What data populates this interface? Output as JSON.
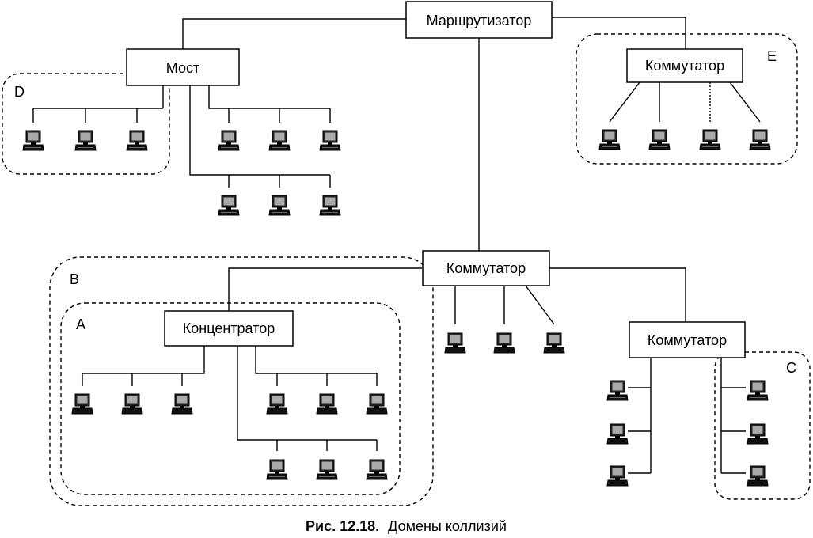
{
  "nodes": {
    "router": "Маршрутизатор",
    "bridge": "Мост",
    "switch_e": "Коммутатор",
    "switch_main": "Коммутатор",
    "hub": "Концентратор",
    "switch_c": "Коммутатор"
  },
  "zones": {
    "a": "A",
    "b": "B",
    "c": "C",
    "d": "D",
    "e": "E"
  },
  "caption": {
    "prefix": "Рис. 12.18.",
    "text": "Домены коллизий"
  },
  "colors": {
    "ink": "#000000",
    "screen": "#aaaaaa",
    "background": "#ffffff"
  },
  "icon_names": {
    "computer": "computer-icon"
  }
}
